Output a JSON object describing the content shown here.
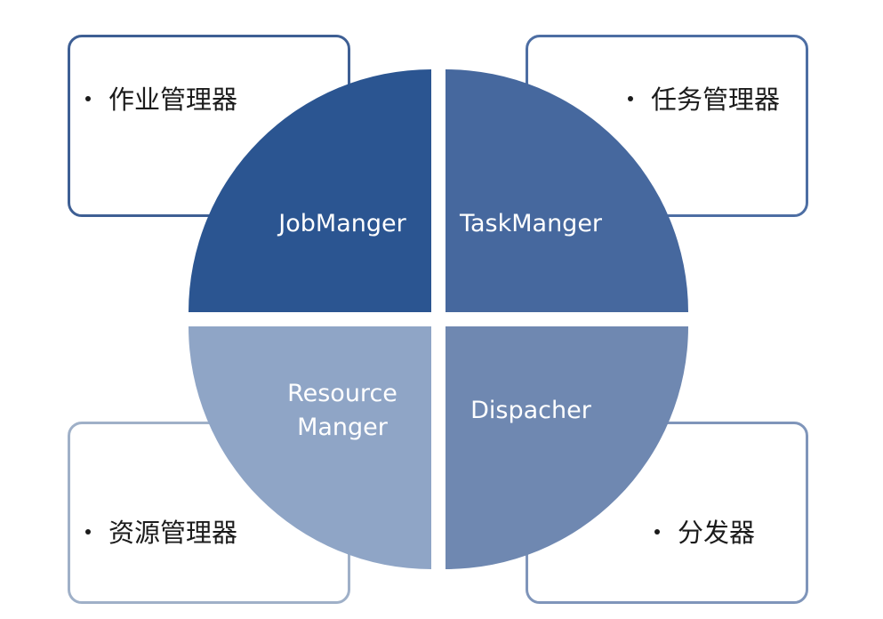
{
  "diagram": {
    "quadrants": {
      "top_left": {
        "label": "JobManger",
        "color": "#2b5591"
      },
      "top_right": {
        "label": "TaskManger",
        "color": "#46689e"
      },
      "bottom_left": {
        "label_line1": "Resource",
        "label_line2": "Manger",
        "color": "#8fa5c6"
      },
      "bottom_right": {
        "label": "Dispacher",
        "color": "#6f88b1"
      }
    },
    "cards": {
      "top_left": {
        "text": "作业管理器",
        "border_color": "#3e5f94"
      },
      "top_right": {
        "text": "任务管理器",
        "border_color": "#4d6ea3"
      },
      "bottom_left": {
        "text": "资源管理器",
        "border_color": "#9fb0c8"
      },
      "bottom_right": {
        "text": "分发器",
        "border_color": "#7f95ba"
      }
    }
  }
}
